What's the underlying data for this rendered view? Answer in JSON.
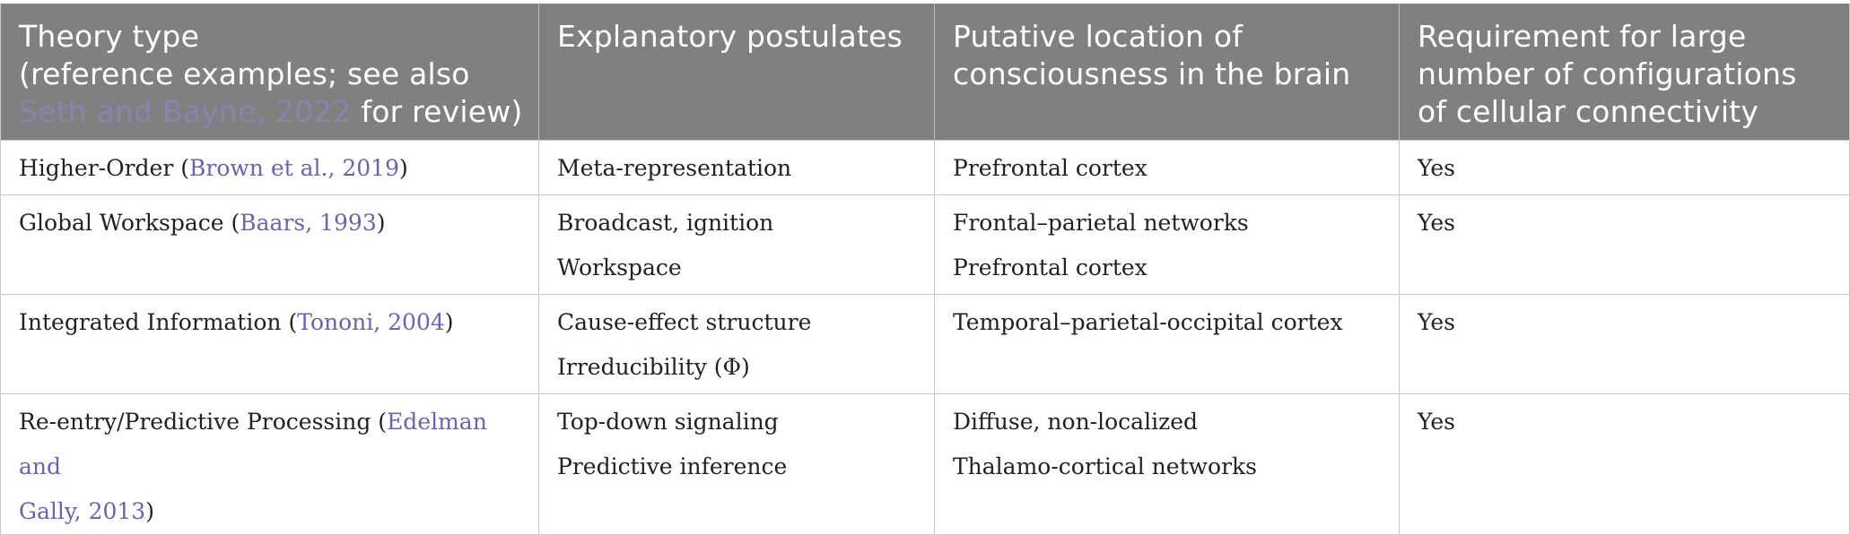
{
  "header": {
    "col1": {
      "line1": "Theory type",
      "line2": "(reference examples; see also",
      "cite": "Seth and Bayne, 2022",
      "after_cite": " for review)"
    },
    "col2": "Explanatory postulates",
    "col3": {
      "line1": "Putative location of",
      "line2": "consciousness in the brain"
    },
    "col4": {
      "line1": "Requirement for large",
      "line2": "number of configurations",
      "line3": "of cellular connectivity"
    }
  },
  "rows": [
    {
      "theory_pre": "Higher-Order (",
      "theory_cite": "Brown et al., 2019",
      "theory_post": ")",
      "postulates": [
        "Meta-representation"
      ],
      "location": [
        "Prefrontal cortex"
      ],
      "requirement": "Yes"
    },
    {
      "theory_pre": "Global Workspace (",
      "theory_cite": "Baars, 1993",
      "theory_post": ")",
      "postulates": [
        "Broadcast, ignition",
        "Workspace"
      ],
      "location": [
        "Frontal–parietal networks",
        "Prefrontal cortex"
      ],
      "requirement": "Yes"
    },
    {
      "theory_pre": "Integrated Information (",
      "theory_cite": "Tononi, 2004",
      "theory_post": ")",
      "postulates": [
        "Cause-effect structure",
        "Irreducibility (Φ)"
      ],
      "location": [
        "Temporal–parietal-occipital cortex"
      ],
      "requirement": "Yes"
    },
    {
      "theory_pre": "Re-entry/Predictive Processing (",
      "theory_cite_1": "Edelman and",
      "theory_cite_2": "Gally, 2013",
      "theory_post": ")",
      "postulates": [
        "Top-down signaling",
        "Predictive inference"
      ],
      "location": [
        "Diffuse, non-localized",
        "Thalamo-cortical networks"
      ],
      "requirement": "Yes"
    }
  ]
}
